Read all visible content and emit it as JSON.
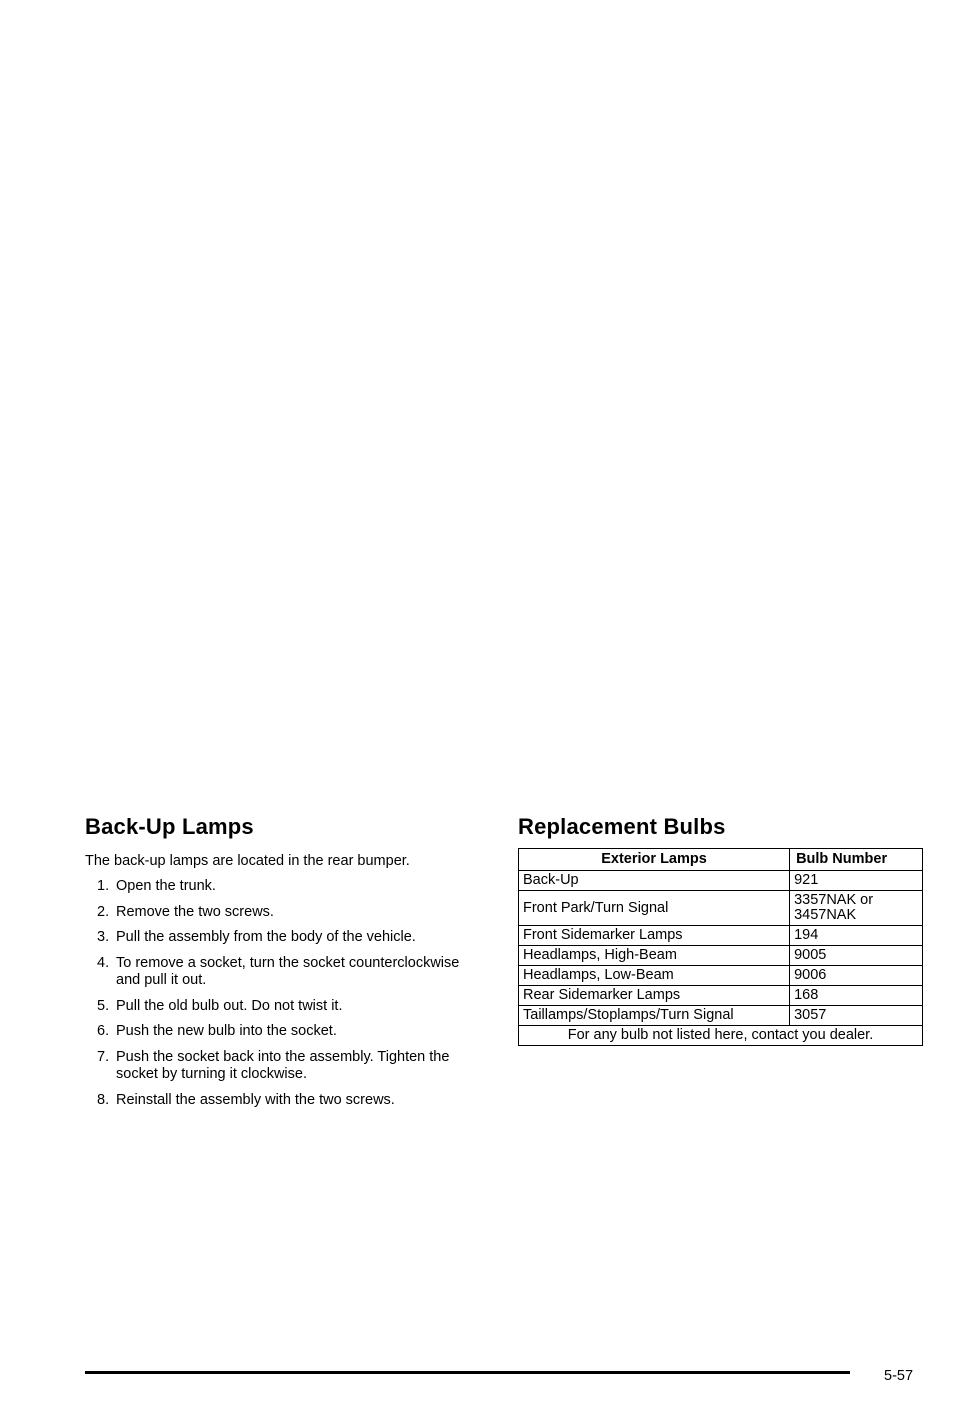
{
  "left_section": {
    "heading": "Back-Up Lamps",
    "intro": "The back-up lamps are located in the rear bumper.",
    "steps": [
      {
        "num": "1.",
        "text": "Open the trunk."
      },
      {
        "num": "2.",
        "text": "Remove the two screws."
      },
      {
        "num": "3.",
        "text": "Pull the assembly from the body of the vehicle."
      },
      {
        "num": "4.",
        "text": "To remove a socket, turn the socket counterclockwise and pull it out."
      },
      {
        "num": "5.",
        "text": "Pull the old bulb out. Do not twist it."
      },
      {
        "num": "6.",
        "text": "Push the new bulb into the socket."
      },
      {
        "num": "7.",
        "text": "Push the socket back into the assembly. Tighten the socket by turning it clockwise."
      },
      {
        "num": "8.",
        "text": "Reinstall the assembly with the two screws."
      }
    ]
  },
  "right_section": {
    "heading": "Replacement Bulbs",
    "table": {
      "headers": [
        "Exterior Lamps",
        "Bulb Number"
      ],
      "rows": [
        {
          "lamp": "Back-Up",
          "bulb": "921"
        },
        {
          "lamp": "Front Park/Turn Signal",
          "bulb": "3357NAK or 3457NAK"
        },
        {
          "lamp": "Front Sidemarker Lamps",
          "bulb": "194"
        },
        {
          "lamp": "Headlamps, High-Beam",
          "bulb": "9005"
        },
        {
          "lamp": "Headlamps, Low-Beam",
          "bulb": "9006"
        },
        {
          "lamp": "Rear Sidemarker Lamps",
          "bulb": "168"
        },
        {
          "lamp": "Taillamps/Stoplamps/Turn Signal",
          "bulb": "3057"
        }
      ],
      "footer": "For any bulb not listed here, contact you dealer."
    }
  },
  "page": {
    "number": "5-57"
  }
}
